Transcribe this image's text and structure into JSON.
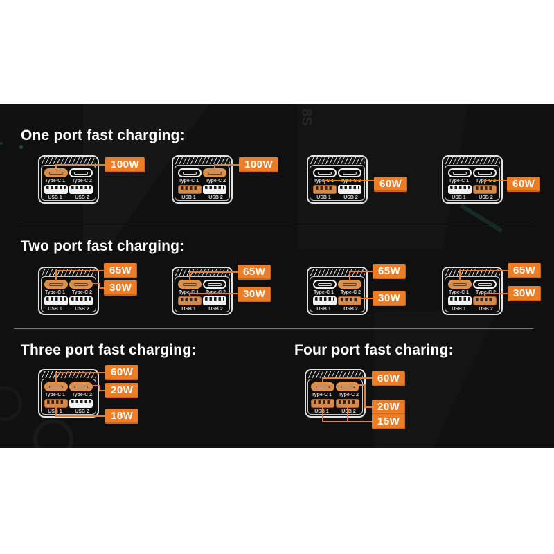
{
  "colors": {
    "accent": "#EB7D26",
    "panel_background": "#101010",
    "page_background": "#FFFFFF",
    "highlight_port_fill": "#CF8F57"
  },
  "port_labels": {
    "tc1": "Type-C 1",
    "tc2": "Type-C 2",
    "usb1": "USB 1",
    "usb2": "USB 2"
  },
  "sections": [
    {
      "title": "One port fast charging:",
      "devices": [
        {
          "ports": {
            "tc1": true,
            "tc2": false,
            "usb1": false,
            "usb2": false
          },
          "callouts": [
            {
              "port": "tc1",
              "label": "100W"
            }
          ]
        },
        {
          "ports": {
            "tc1": false,
            "tc2": true,
            "usb1": true,
            "usb2": false
          },
          "callouts": [
            {
              "port": "tc2",
              "label": "100W"
            }
          ]
        },
        {
          "ports": {
            "tc1": false,
            "tc2": false,
            "usb1": true,
            "usb2": false
          },
          "callouts": [
            {
              "port": "usb1",
              "label": "60W"
            }
          ]
        },
        {
          "ports": {
            "tc1": false,
            "tc2": false,
            "usb1": false,
            "usb2": true
          },
          "callouts": [
            {
              "port": "usb2",
              "label": "60W"
            }
          ]
        }
      ]
    },
    {
      "title": "Two port fast charging:",
      "devices": [
        {
          "ports": {
            "tc1": true,
            "tc2": true,
            "usb1": false,
            "usb2": false
          },
          "callouts": [
            {
              "port": "tc1",
              "label": "65W"
            },
            {
              "port": "tc2",
              "label": "30W"
            }
          ]
        },
        {
          "ports": {
            "tc1": true,
            "tc2": false,
            "usb1": true,
            "usb2": false
          },
          "callouts": [
            {
              "port": "tc1",
              "label": "65W"
            },
            {
              "port": "usb1",
              "label": "30W"
            }
          ]
        },
        {
          "ports": {
            "tc1": false,
            "tc2": true,
            "usb1": false,
            "usb2": true
          },
          "callouts": [
            {
              "port": "tc2",
              "label": "65W"
            },
            {
              "port": "usb2",
              "label": "30W"
            }
          ]
        },
        {
          "ports": {
            "tc1": true,
            "tc2": false,
            "usb1": false,
            "usb2": true
          },
          "callouts": [
            {
              "port": "tc1",
              "label": "65W"
            },
            {
              "port": "usb2",
              "label": "30W"
            }
          ]
        }
      ]
    },
    {
      "title": "Three port fast charging:",
      "devices": [
        {
          "ports": {
            "tc1": true,
            "tc2": true,
            "usb1": true,
            "usb2": false
          },
          "callouts": [
            {
              "port": "tc1",
              "label": "60W"
            },
            {
              "port": "tc2",
              "label": "20W"
            },
            {
              "port": "usb1",
              "label": "18W"
            }
          ]
        }
      ]
    },
    {
      "title": "Four port fast charing:",
      "devices": [
        {
          "ports": {
            "tc1": true,
            "tc2": true,
            "usb1": true,
            "usb2": true
          },
          "callouts": [
            {
              "port": "tc1",
              "label": "60W"
            },
            {
              "port": "tc2",
              "label": "20W"
            },
            {
              "port": "usb1+usb2",
              "label": "15W"
            }
          ]
        }
      ]
    }
  ]
}
